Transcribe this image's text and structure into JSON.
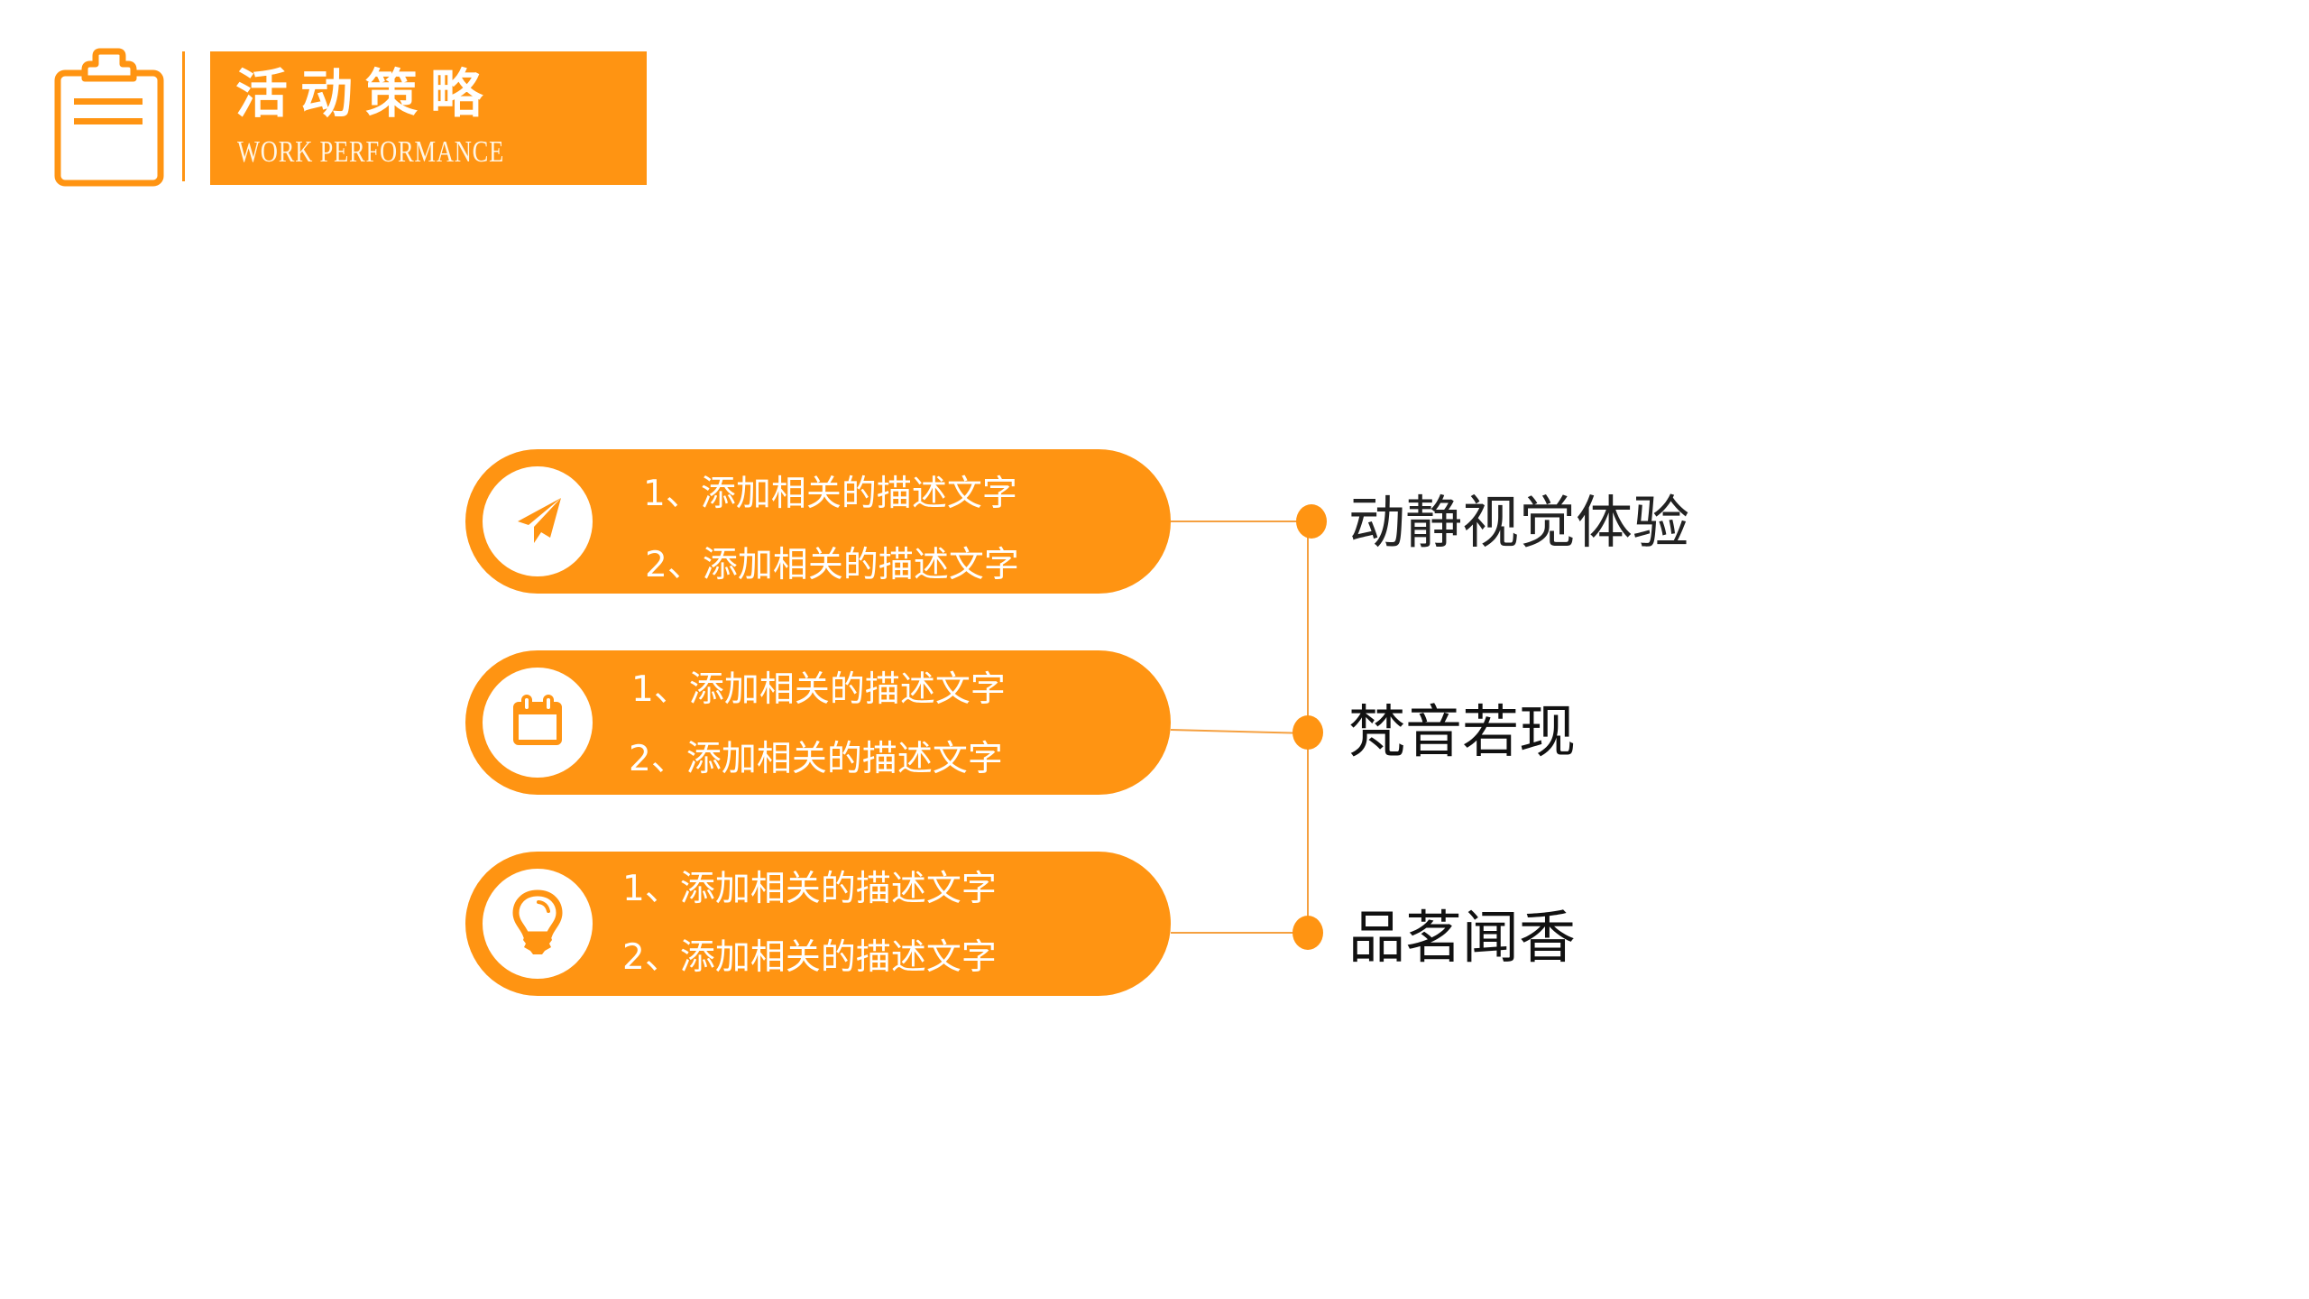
{
  "header": {
    "icon": "clipboard-icon",
    "title": "活动策略",
    "subtitle": "WORK PERFORMANCE"
  },
  "colors": {
    "accent": "#FF9412",
    "connector": "#F5A040",
    "label_text": "#222222",
    "pill_text": "#FFFFFF"
  },
  "items": [
    {
      "icon": "paper-plane-icon",
      "lines": [
        "1、添加相关的描述文字",
        "2、添加相关的描述文字"
      ],
      "label": "动静视觉体验"
    },
    {
      "icon": "calendar-icon",
      "lines": [
        "1、添加相关的描述文字",
        "2、添加相关的描述文字"
      ],
      "label": "梵音若现"
    },
    {
      "icon": "lightbulb-icon",
      "lines": [
        "1、添加相关的描述文字",
        "2、添加相关的描述文字"
      ],
      "label": "品茗闻香"
    }
  ]
}
